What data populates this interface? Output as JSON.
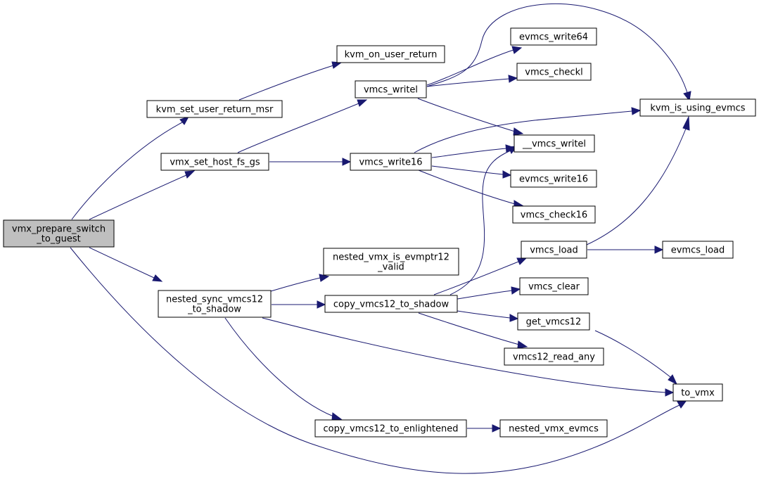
{
  "graph": {
    "edge_color": "#191970",
    "root_fill": "#bfbfbf",
    "nodes": {
      "vmx_prepare_switch_to_guest": {
        "lines": [
          "vmx_prepare_switch",
          "_to_guest"
        ],
        "root": true
      },
      "kvm_set_user_return_msr": {
        "lines": [
          "kvm_set_user_return_msr"
        ]
      },
      "vmx_set_host_fs_gs": {
        "lines": [
          "vmx_set_host_fs_gs"
        ]
      },
      "nested_sync_vmcs12_to_shadow": {
        "lines": [
          "nested_sync_vmcs12",
          "_to_shadow"
        ]
      },
      "kvm_on_user_return": {
        "lines": [
          "kvm_on_user_return"
        ]
      },
      "vmcs_writel": {
        "lines": [
          "vmcs_writel"
        ]
      },
      "vmcs_write16": {
        "lines": [
          "vmcs_write16"
        ]
      },
      "nested_vmx_is_evmptr12_valid": {
        "lines": [
          "nested_vmx_is_evmptr12",
          "_valid"
        ]
      },
      "copy_vmcs12_to_shadow": {
        "lines": [
          "copy_vmcs12_to_shadow"
        ]
      },
      "copy_vmcs12_to_enlightened": {
        "lines": [
          "copy_vmcs12_to_enlightened"
        ]
      },
      "evmcs_write64": {
        "lines": [
          "evmcs_write64"
        ]
      },
      "vmcs_checkl": {
        "lines": [
          "vmcs_checkl"
        ]
      },
      "__vmcs_writel": {
        "lines": [
          "__vmcs_writel"
        ]
      },
      "evmcs_write16": {
        "lines": [
          "evmcs_write16"
        ]
      },
      "vmcs_check16": {
        "lines": [
          "vmcs_check16"
        ]
      },
      "vmcs_load": {
        "lines": [
          "vmcs_load"
        ]
      },
      "vmcs_clear": {
        "lines": [
          "vmcs_clear"
        ]
      },
      "get_vmcs12": {
        "lines": [
          "get_vmcs12"
        ]
      },
      "vmcs12_read_any": {
        "lines": [
          "vmcs12_read_any"
        ]
      },
      "nested_vmx_evmcs": {
        "lines": [
          "nested_vmx_evmcs"
        ]
      },
      "kvm_is_using_evmcs": {
        "lines": [
          "kvm_is_using_evmcs"
        ]
      },
      "evmcs_load": {
        "lines": [
          "evmcs_load"
        ]
      },
      "to_vmx": {
        "lines": [
          "to_vmx"
        ]
      }
    },
    "edges": [
      [
        "vmx_prepare_switch_to_guest",
        "kvm_set_user_return_msr"
      ],
      [
        "vmx_prepare_switch_to_guest",
        "vmx_set_host_fs_gs"
      ],
      [
        "vmx_prepare_switch_to_guest",
        "nested_sync_vmcs12_to_shadow"
      ],
      [
        "vmx_prepare_switch_to_guest",
        "to_vmx"
      ],
      [
        "kvm_set_user_return_msr",
        "kvm_on_user_return"
      ],
      [
        "vmx_set_host_fs_gs",
        "vmcs_writel"
      ],
      [
        "vmx_set_host_fs_gs",
        "vmcs_write16"
      ],
      [
        "vmcs_writel",
        "evmcs_write64"
      ],
      [
        "vmcs_writel",
        "vmcs_checkl"
      ],
      [
        "vmcs_writel",
        "kvm_is_using_evmcs"
      ],
      [
        "vmcs_writel",
        "__vmcs_writel"
      ],
      [
        "vmcs_write16",
        "kvm_is_using_evmcs"
      ],
      [
        "vmcs_write16",
        "__vmcs_writel"
      ],
      [
        "vmcs_write16",
        "evmcs_write16"
      ],
      [
        "vmcs_write16",
        "vmcs_check16"
      ],
      [
        "nested_sync_vmcs12_to_shadow",
        "nested_vmx_is_evmptr12_valid"
      ],
      [
        "nested_sync_vmcs12_to_shadow",
        "copy_vmcs12_to_shadow"
      ],
      [
        "nested_sync_vmcs12_to_shadow",
        "to_vmx"
      ],
      [
        "nested_sync_vmcs12_to_shadow",
        "copy_vmcs12_to_enlightened"
      ],
      [
        "copy_vmcs12_to_shadow",
        "__vmcs_writel"
      ],
      [
        "copy_vmcs12_to_shadow",
        "vmcs_load"
      ],
      [
        "copy_vmcs12_to_shadow",
        "vmcs_clear"
      ],
      [
        "copy_vmcs12_to_shadow",
        "get_vmcs12"
      ],
      [
        "copy_vmcs12_to_shadow",
        "vmcs12_read_any"
      ],
      [
        "vmcs_load",
        "kvm_is_using_evmcs"
      ],
      [
        "vmcs_load",
        "evmcs_load"
      ],
      [
        "get_vmcs12",
        "to_vmx"
      ],
      [
        "copy_vmcs12_to_enlightened",
        "nested_vmx_evmcs"
      ]
    ]
  }
}
